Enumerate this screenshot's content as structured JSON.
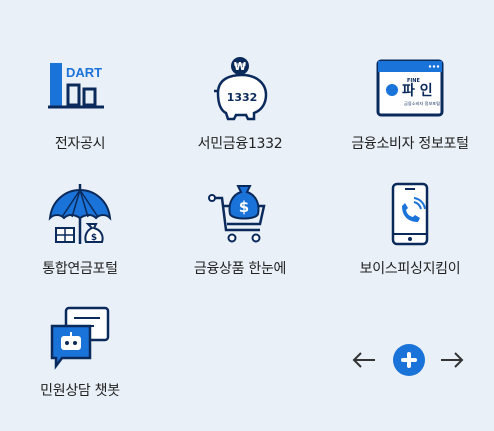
{
  "tiles": [
    {
      "label": "전자공시",
      "icon": "dart-building-icon",
      "logo_text": "DART"
    },
    {
      "label": "서민금융1332",
      "icon": "piggy-bank-icon",
      "logo_text": "1332",
      "coin": "₩"
    },
    {
      "label": "금융소비자 정보포털",
      "icon": "fine-portal-icon",
      "logo_text": "파 인",
      "logo_small": "FINE",
      "logo_caption": "금융소비자 정보포털"
    },
    {
      "label": "통합연금포털",
      "icon": "umbrella-pension-icon"
    },
    {
      "label": "금융상품 한눈에",
      "icon": "shopping-cart-icon",
      "coin": "$"
    },
    {
      "label": "보이스피싱지킴이",
      "icon": "phone-call-icon"
    },
    {
      "label": "민원상담 챗봇",
      "icon": "chatbot-icon"
    }
  ],
  "colors": {
    "navy": "#0b2a5c",
    "blue": "#1a73d9",
    "accent": "#f5b800"
  }
}
